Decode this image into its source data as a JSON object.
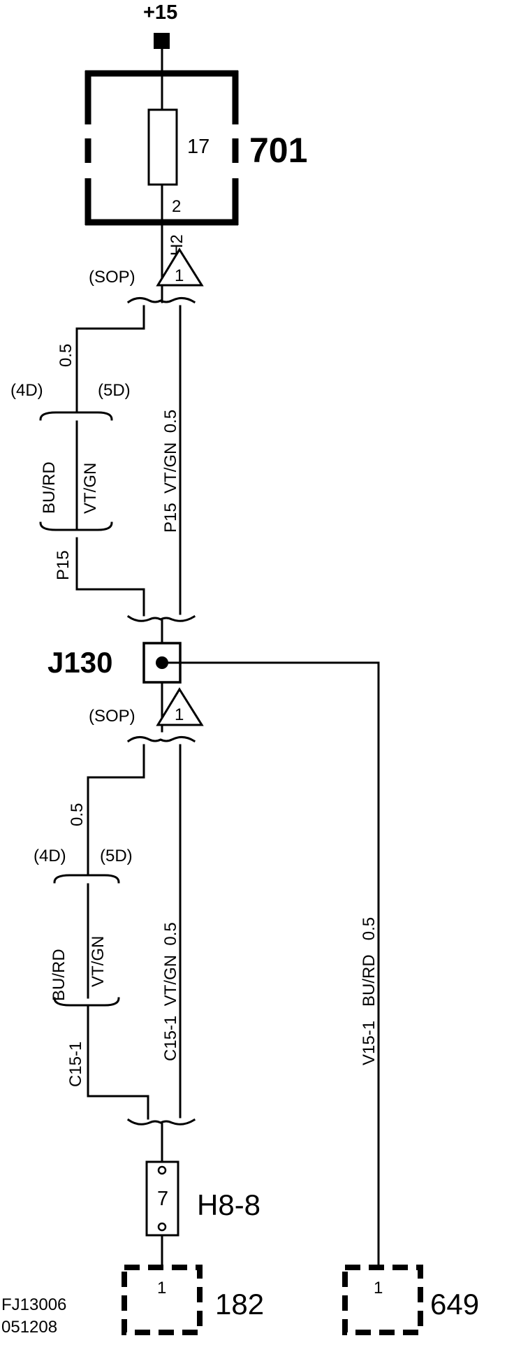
{
  "supply": {
    "label": "+15"
  },
  "fuse_box": {
    "id": "701",
    "fuse_number": "17",
    "pin": "2"
  },
  "connector_h2": {
    "label": "H2"
  },
  "sop_label": "(SOP)",
  "triangle_note": "1",
  "upper_section": {
    "variant_4d": "(4D)",
    "variant_5d": "(5D)",
    "size_left": "0.5",
    "color_4d": "BU/RD",
    "color_5d": "VT/GN",
    "circuit_left": "P15",
    "main_wire": "P15  VT/GN  0.5"
  },
  "junction": {
    "id": "J130"
  },
  "lower_section": {
    "variant_4d": "(4D)",
    "variant_5d": "(5D)",
    "size_left": "0.5",
    "color_4d": "BU/RD",
    "color_5d": "VT/GN",
    "circuit_left": "C15-1",
    "main_wire": "C15-1  VT/GN  0.5"
  },
  "right_branch": {
    "wire": "V15-1   BU/RD   0.5"
  },
  "connector_h8": {
    "id": "H8-8",
    "pin": "7"
  },
  "component_182": {
    "id": "182",
    "pin": "1"
  },
  "component_649": {
    "id": "649",
    "pin": "1"
  },
  "footer": {
    "line1": "FJ13006",
    "line2": "051208"
  }
}
